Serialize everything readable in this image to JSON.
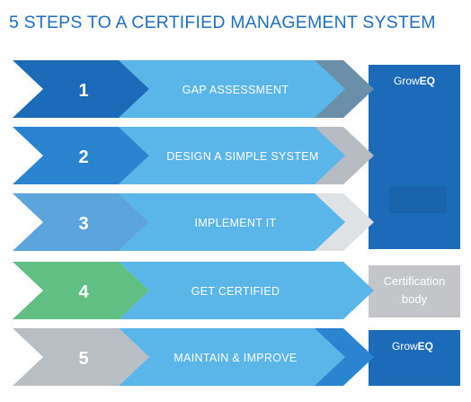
{
  "title": "5 STEPS TO A CERTIFIED MANAGEMENT SYSTEM",
  "steps": [
    {
      "number": "1",
      "label": "GAP ASSESSMENT",
      "number_color": "#1c6bb8",
      "end_color": "#6b8fa8"
    },
    {
      "number": "2",
      "label": "DESIGN A SIMPLE SYSTEM",
      "number_color": "#2b84cf",
      "end_color": "#b6bcc2"
    },
    {
      "number": "3",
      "label": "IMPLEMENT IT",
      "number_color": "#5ba4dc",
      "end_color": "#dfe2e5"
    },
    {
      "number": "4",
      "label": "GET CERTIFIED",
      "number_color": "#62bf84",
      "end_color": "#5ab5e8"
    },
    {
      "number": "5",
      "label": "MAINTAIN & IMPROVE",
      "number_color": "#b9bec3",
      "end_color": "#2b84cf"
    }
  ],
  "middle_color": "#5ab5e8",
  "growEQ_top": {
    "brand_a": "Grow",
    "brand_b": "EQ",
    "color": "#1c6bb8"
  },
  "growEQ_bottom": {
    "brand_a": "Grow",
    "brand_b": "EQ",
    "color": "#1c6bb8"
  },
  "certification_body": {
    "line1": "Certification",
    "line2": "body",
    "color": "#c3c5c8"
  }
}
